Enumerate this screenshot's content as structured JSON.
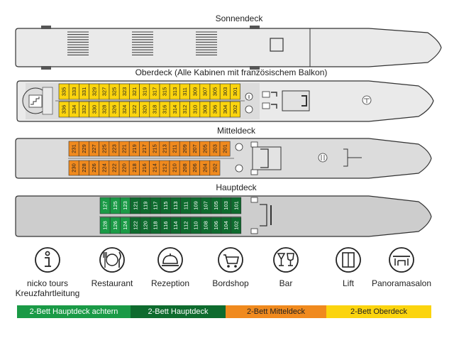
{
  "decks": {
    "sonnendeck": {
      "title": "Sonnendeck"
    },
    "oberdeck": {
      "title": "Oberdeck (Alle Kabinen mit französischem Balkon)",
      "top_row": [
        "335",
        "333",
        "331",
        "329",
        "327",
        "325",
        "323",
        "321",
        "319",
        "317",
        "315",
        "313",
        "311",
        "309",
        "307",
        "305",
        "303",
        "301"
      ],
      "bottom_row": [
        "336",
        "334",
        "332",
        "330",
        "328",
        "326",
        "324",
        "322",
        "320",
        "318",
        "316",
        "314",
        "312",
        "310",
        "308",
        "306",
        "304",
        "302"
      ]
    },
    "mitteldeck": {
      "title": "Mitteldeck",
      "top_row": [
        "231",
        "229",
        "227",
        "225",
        "223",
        "221",
        "219",
        "217",
        "215",
        "213",
        "211",
        "209",
        "207",
        "205",
        "203",
        "201"
      ],
      "bottom_row": [
        "230",
        "228",
        "226",
        "224",
        "222",
        "220",
        "218",
        "216",
        "214",
        "212",
        "210",
        "208",
        "206",
        "204",
        "202"
      ]
    },
    "hauptdeck": {
      "title": "Hauptdeck",
      "top_row": [
        "127",
        "125",
        "123",
        "121",
        "119",
        "117",
        "115",
        "113",
        "111",
        "109",
        "107",
        "105",
        "103",
        "101"
      ],
      "bottom_row": [
        "128",
        "126",
        "124",
        "122",
        "120",
        "118",
        "116",
        "114",
        "112",
        "110",
        "108",
        "106",
        "104",
        "102"
      ]
    }
  },
  "legend_icons": [
    {
      "icon": "info-icon",
      "label": "nicko tours Kreuzfahrtleitung"
    },
    {
      "icon": "restaurant-icon",
      "label": "Restaurant"
    },
    {
      "icon": "reception-bell-icon",
      "label": "Rezeption"
    },
    {
      "icon": "shop-icon",
      "label": "Bordshop"
    },
    {
      "icon": "bar-icon",
      "label": "Bar"
    },
    {
      "icon": "lift-icon",
      "label": "Lift"
    },
    {
      "icon": "lounge-icon",
      "label": "Panoramasalon"
    }
  ],
  "categories": [
    {
      "label": "2-Bett Hauptdeck achtern",
      "color": "#1a9a46",
      "text_color": "#ffffff"
    },
    {
      "label": "2-Bett Hauptdeck",
      "color": "#0e6b2e",
      "text_color": "#ffffff"
    },
    {
      "label": "2-Bett Mitteldeck",
      "color": "#f08a1e",
      "text_color": "#222222"
    },
    {
      "label": "2-Bett Oberdeck",
      "color": "#fbd40e",
      "text_color": "#222222"
    }
  ],
  "colors": {
    "hull_light": "#eaeaea",
    "hull_mid": "#dcdcdc",
    "hull_dark": "#cdcdcd",
    "outline": "#333333",
    "yellow_cabin": "#fbd40e",
    "orange_cabin": "#f08a1e",
    "green_cabin": "#0e6b2e",
    "green_light_cabin": "#1a9a46"
  }
}
